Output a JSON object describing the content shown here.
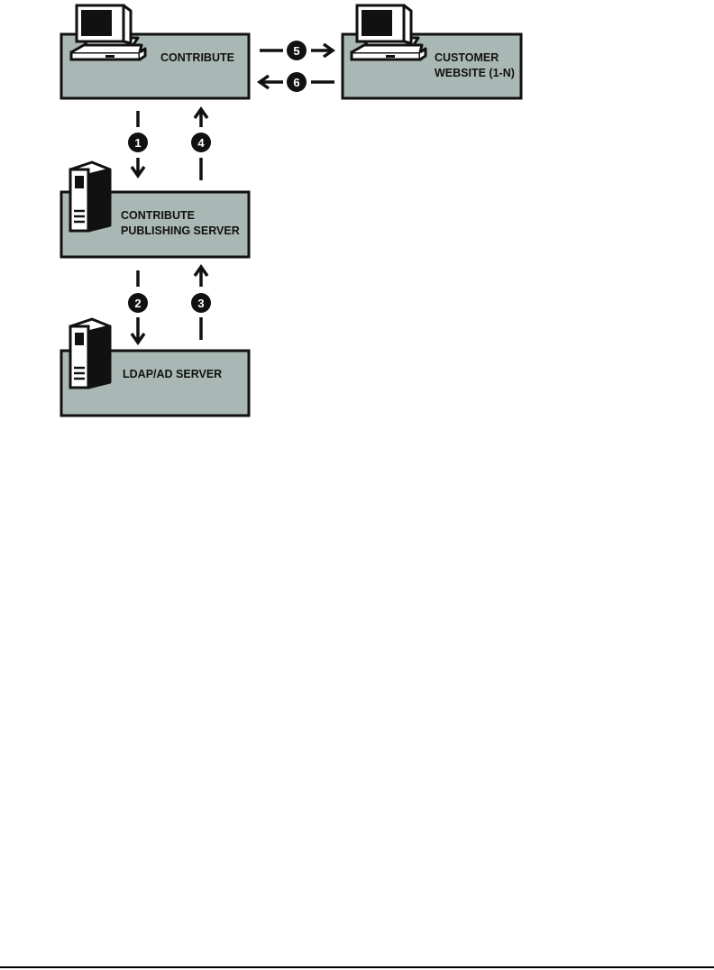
{
  "colors": {
    "box_fill": "#a9b8b4",
    "box_stroke": "#111111",
    "arrow": "#111111",
    "badge": "#111111",
    "badge_text": "#ffffff"
  },
  "nodes": {
    "contribute": {
      "lines": [
        "CONTRIBUTE"
      ],
      "icon": "computer-monitor-icon"
    },
    "customer_website": {
      "lines": [
        "CUSTOMER",
        "WEBSITE (1-N)"
      ],
      "icon": "computer-monitor-icon"
    },
    "publishing_server": {
      "lines": [
        "CONTRIBUTE",
        "PUBLISHING SERVER"
      ],
      "icon": "server-tower-icon"
    },
    "ldap_server": {
      "lines": [
        "LDAP/AD SERVER"
      ],
      "icon": "server-tower-icon"
    }
  },
  "steps": [
    "1",
    "2",
    "3",
    "4",
    "5",
    "6"
  ]
}
